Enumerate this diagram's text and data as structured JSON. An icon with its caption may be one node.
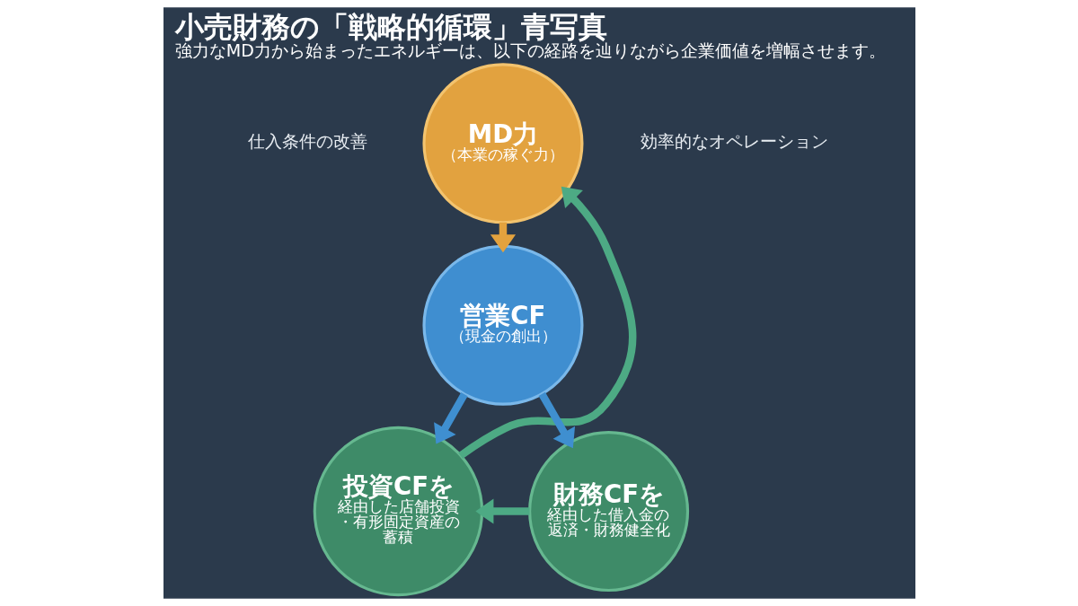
{
  "diagram": {
    "title": "小売財務の「戦略的循環」青写真",
    "caption": "強力なMD力から始まったエネルギーは、以下の経路を辿りながら企業価値を増幅させます。",
    "nodes": [
      {
        "text": [
          "MD力",
          "（本業の稼ぐ力）"
        ]
      },
      {
        "text": [
          "営業CF",
          "（現金の創出）"
        ]
      },
      {
        "text": [
          "財務CFを",
          "経由した借入金の返済・財務健全化"
        ]
      },
      {
        "text": [
          "投資CFを",
          "経由した店舗投資・有形固定資産の蓄積"
        ]
      }
    ],
    "edges": [
      {
        "from": 0,
        "to": 1,
        "arrow": "to",
        "color": "#e3a23e"
      },
      {
        "from": 1,
        "to": 2,
        "arrow": "to",
        "color": "#3f8fd0"
      },
      {
        "from": 1,
        "to": 3,
        "arrow": "to",
        "color": "#3f8fd0"
      },
      {
        "from": 2,
        "to": 3,
        "arrow": "to"
      },
      {
        "from": 3,
        "to": 0,
        "arrow": "to"
      }
    ],
    "labels": [
      "仕入条件の改善",
      "効率的なオペレーション"
    ]
  }
}
